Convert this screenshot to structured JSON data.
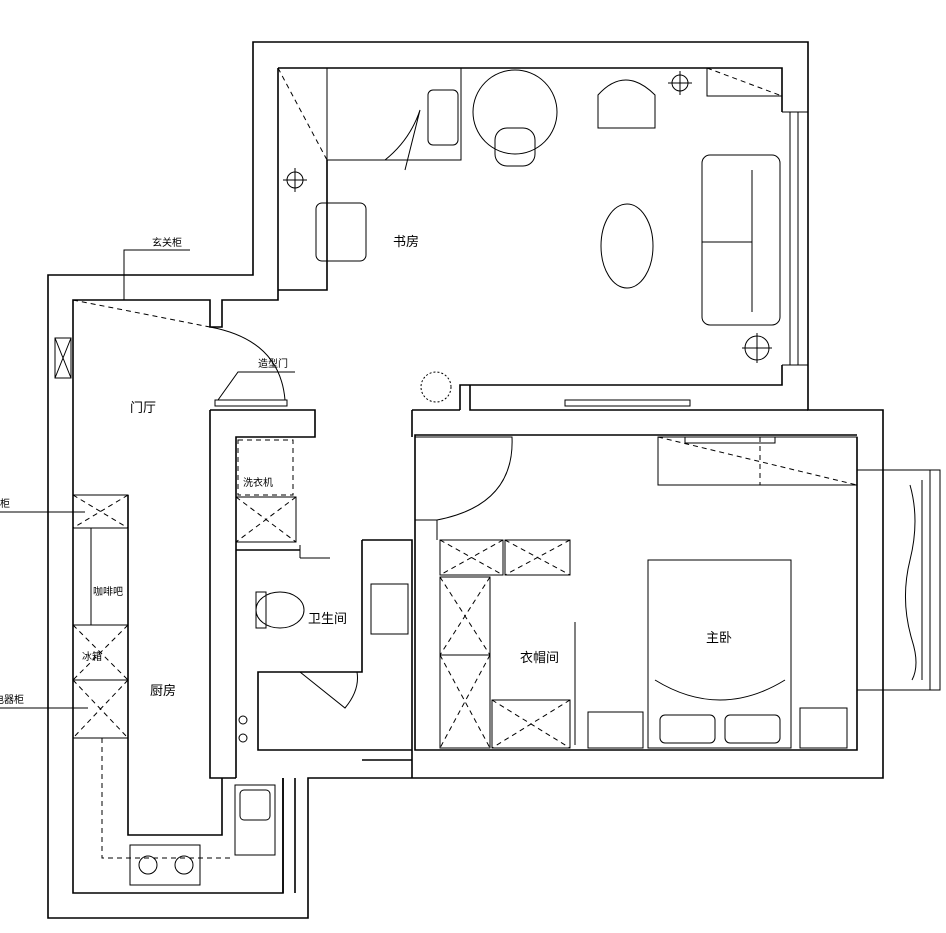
{
  "plan": {
    "rooms": {
      "study": "书房",
      "foyer": "门厅",
      "bathroom": "卫生间",
      "closet": "衣帽间",
      "master_bedroom": "主卧",
      "kitchen": "厨房"
    },
    "fixtures": {
      "entry_cabinet": "玄关柜",
      "feature_door": "造型门",
      "washing_machine": "洗衣机",
      "shoe_cabinet": "鞋柜",
      "coffee_bar": "咖啡吧",
      "fridge": "冰箱",
      "appliance_cabinet": "电器柜"
    }
  }
}
